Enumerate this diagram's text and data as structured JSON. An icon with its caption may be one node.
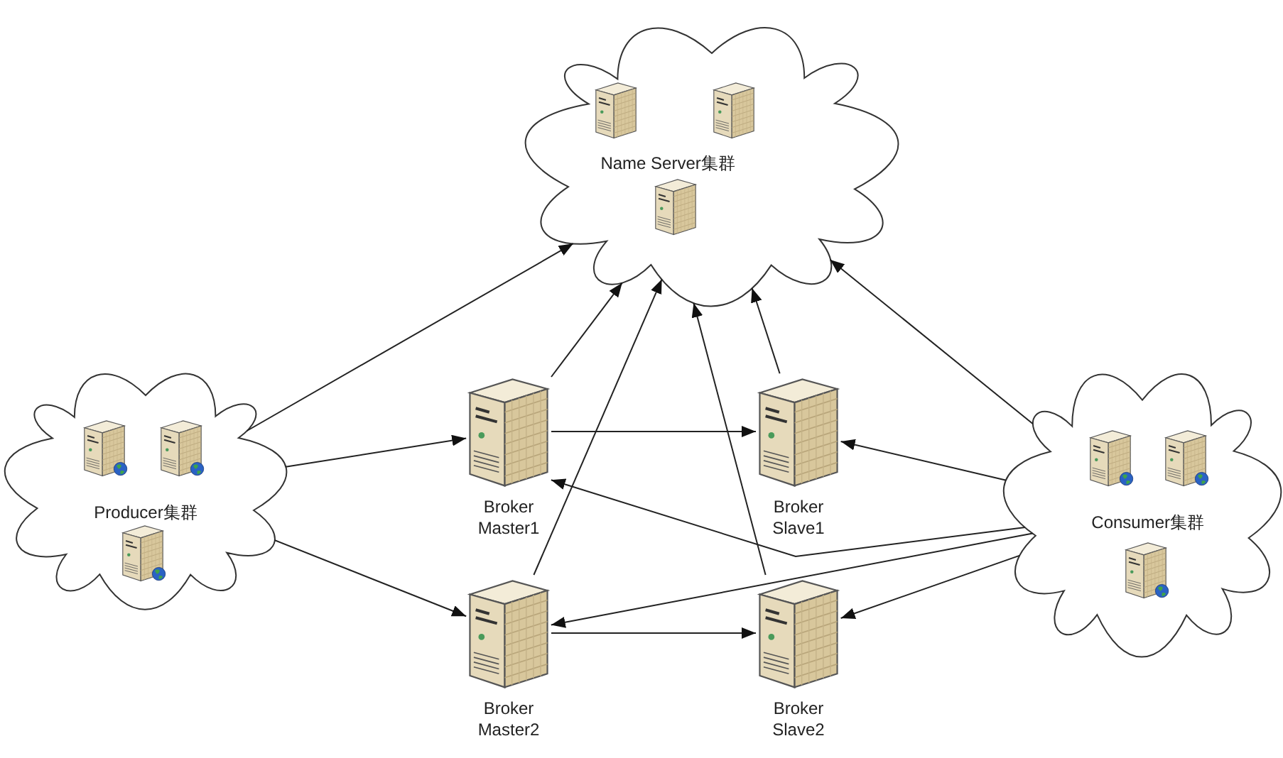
{
  "diagram": {
    "nodes": [
      {
        "text": [
          "Name Server集群"
        ]
      },
      {
        "text": [
          "Producer集群"
        ]
      },
      {
        "text": [
          "Consumer集群"
        ]
      },
      {
        "text": [
          "Broker Master1"
        ]
      },
      {
        "text": [
          "Broker Slave1"
        ]
      },
      {
        "text": [
          "Broker Master2"
        ]
      },
      {
        "text": [
          "Broker Slave2"
        ]
      }
    ],
    "edges": [
      {
        "from": 1,
        "to": 0,
        "arrow": "to"
      },
      {
        "from": 1,
        "to": 3,
        "arrow": "to"
      },
      {
        "from": 1,
        "to": 5,
        "arrow": "to"
      },
      {
        "from": 2,
        "to": 0,
        "arrow": "to"
      },
      {
        "from": 2,
        "to": 4,
        "arrow": "to"
      },
      {
        "from": 2,
        "to": 3,
        "arrow": "to"
      },
      {
        "from": 2,
        "to": 5,
        "arrow": "to"
      },
      {
        "from": 2,
        "to": 6,
        "arrow": "to"
      },
      {
        "from": 3,
        "to": 0,
        "arrow": "to"
      },
      {
        "from": 3,
        "to": 4,
        "arrow": "to"
      },
      {
        "from": 4,
        "to": 0,
        "arrow": "to"
      },
      {
        "from": 5,
        "to": 0,
        "arrow": "to"
      },
      {
        "from": 6,
        "to": 0,
        "arrow": "to"
      },
      {
        "from": 5,
        "to": 6,
        "arrow": "to"
      }
    ]
  }
}
